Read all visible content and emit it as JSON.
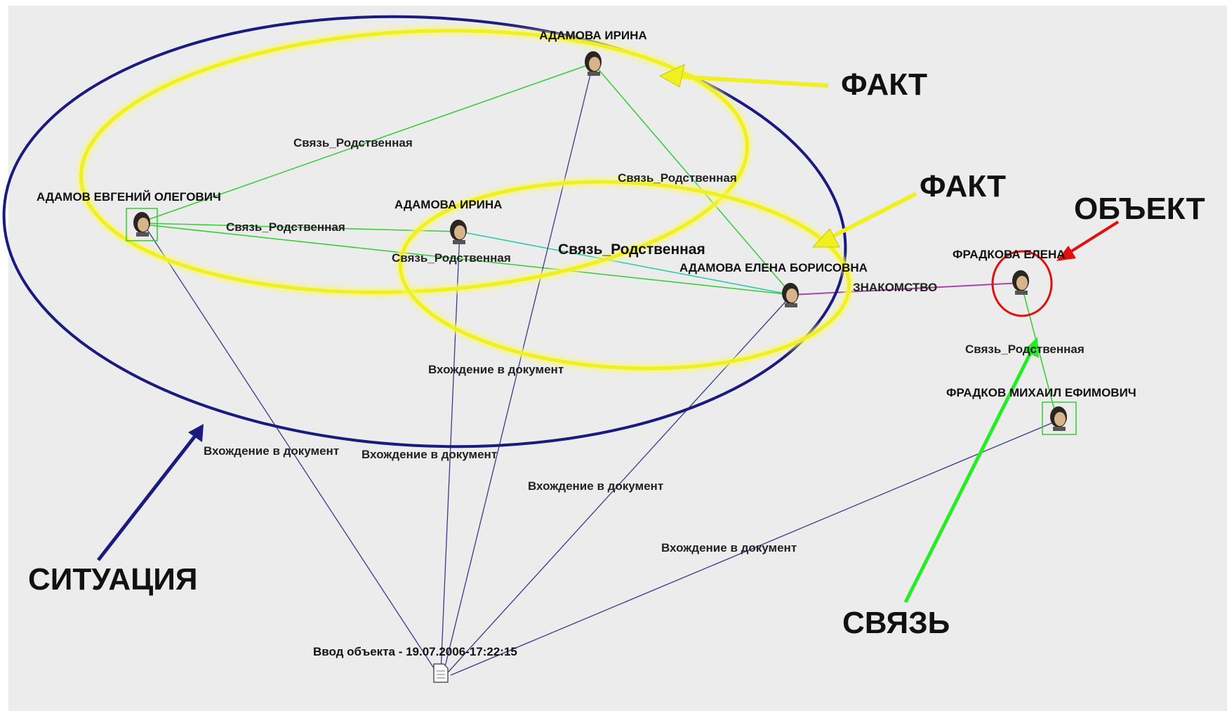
{
  "nodes": {
    "adamova_top": {
      "label": "АДАМОВА ИРИНА"
    },
    "adamov": {
      "label": "АДАМОВ ЕВГЕНИЙ ОЛЕГОВИЧ"
    },
    "adamova_mid": {
      "label": "АДАМОВА ИРИНА"
    },
    "adamova_elena": {
      "label": "АДАМОВА ЕЛЕНА БОРИСОВНА"
    },
    "fradkova": {
      "label": "ФРАДКОВА ЕЛЕНА"
    },
    "fradkov": {
      "label": "ФРАДКОВ МИХАИЛ ЕФИМОВИЧ"
    },
    "document": {
      "label": "Ввод объекта - 19.07.2006-17:22:15"
    }
  },
  "edge_labels": {
    "kin_top_adamov": "Связь_Родственная",
    "kin_top_elena": "Связь_Родственная",
    "kin_adamov_mid": "Связь_Родственная",
    "kin_adamov_elena": "Связь_Родственная",
    "kin_mid_elena": "Связь_Родственная",
    "acquaintance": "ЗНАКОМСТВО",
    "kin_fradkova_fradkov": "Связь_Родственная",
    "doc_mid": "Вхождение в документ",
    "doc_adamov": "Вхождение в документ",
    "doc_top": "Вхождение в документ",
    "doc_elena": "Вхождение в документ",
    "doc_fradkov": "Вхождение в документ"
  },
  "annotations": {
    "fact_1": "ФАКТ",
    "fact_2": "ФАКТ",
    "object": "ОБЪЕКТ",
    "situation": "СИТУАЦИЯ",
    "link": "СВЯЗЬ"
  },
  "colors": {
    "kin_edge": "#33cc33",
    "kin_edge_cyan": "#22ccaa",
    "doc_edge": "#3a3a8c",
    "acquaintance_edge": "#aa44aa",
    "situation_ellipse": "#1a1a80",
    "fact_ellipse": "#f0f020",
    "object_circle": "#e01010",
    "link_arrow": "#22ee22",
    "canvas_bg": "#ececec"
  }
}
